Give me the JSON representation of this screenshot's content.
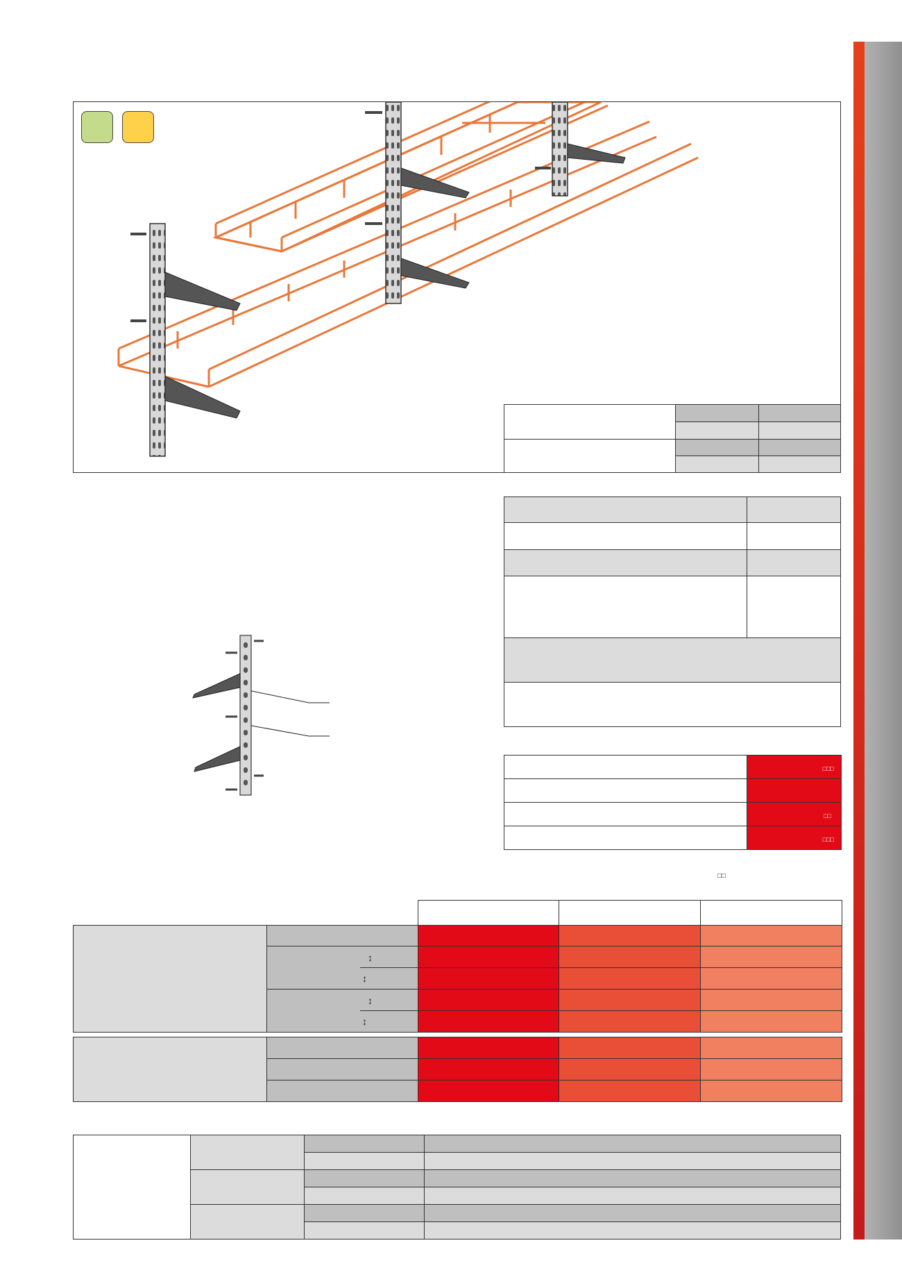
{
  "colors": {
    "swatch_green": "#c5db8c",
    "swatch_yellow": "#ffd04a",
    "accent_red": "#e20a17",
    "accent_orange": "#e94e36",
    "accent_salmon": "#f08060",
    "tray_orange": "#e8783a"
  },
  "icons": {
    "swatches": [
      "green-finish-swatch",
      "yellow-finish-swatch"
    ],
    "illustrations": [
      "cable-tray-installation-illustration",
      "rail-bracket-detail-illustration"
    ]
  },
  "load_table": {
    "symbols": [
      "↕",
      "↕",
      "↕",
      "↕"
    ]
  },
  "marks": {
    "red_table": [
      "□□□",
      "",
      "□□",
      "□□□"
    ],
    "note": "□□"
  }
}
